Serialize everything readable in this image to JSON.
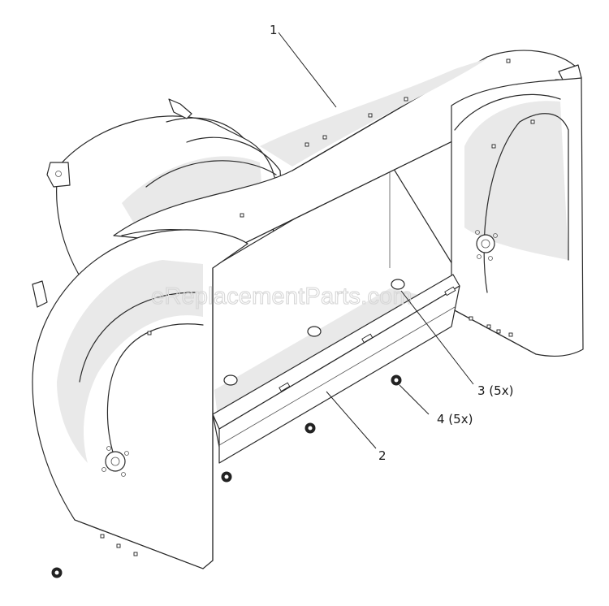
{
  "watermark": "eReplacementParts.com",
  "callouts": [
    {
      "id": "1",
      "text": "1"
    },
    {
      "id": "2",
      "text": "2"
    },
    {
      "id": "3",
      "text": "3 (5x)"
    },
    {
      "id": "4",
      "text": "4 (5x)"
    }
  ]
}
